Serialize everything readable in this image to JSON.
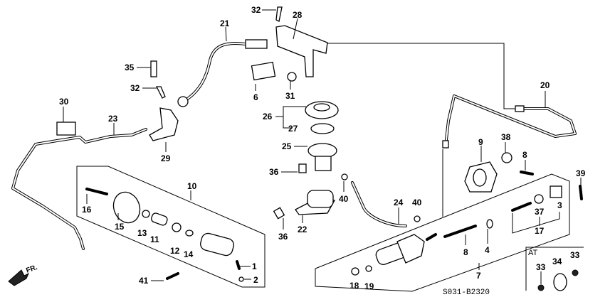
{
  "diagram": {
    "callouts": {
      "c32a": "32",
      "c28": "28",
      "c21": "21",
      "c35": "35",
      "c32b": "32",
      "c6": "6",
      "c31": "31",
      "c30": "30",
      "c23": "23",
      "c26": "26",
      "c27": "27",
      "c25": "25",
      "c29": "29",
      "c20": "20",
      "c9": "9",
      "c38": "38",
      "c8a": "8",
      "c39": "39",
      "c36a": "36",
      "c40a": "40",
      "c24": "24",
      "c40b": "40",
      "c16": "16",
      "c15": "15",
      "c13": "13",
      "c11": "11",
      "c12": "12",
      "c14": "14",
      "c10": "10",
      "c36b": "36",
      "c22": "22",
      "c1": "1",
      "c2": "2",
      "c41": "41",
      "c37": "37",
      "c3": "3",
      "c17": "17",
      "c8b": "8",
      "c4": "4",
      "c7": "7",
      "c18": "18",
      "c19": "19",
      "c33a": "33",
      "c34": "34",
      "c33b": "33"
    },
    "at_label": "AT",
    "front_label": "FR.",
    "diagram_code": "S031-B2320"
  }
}
